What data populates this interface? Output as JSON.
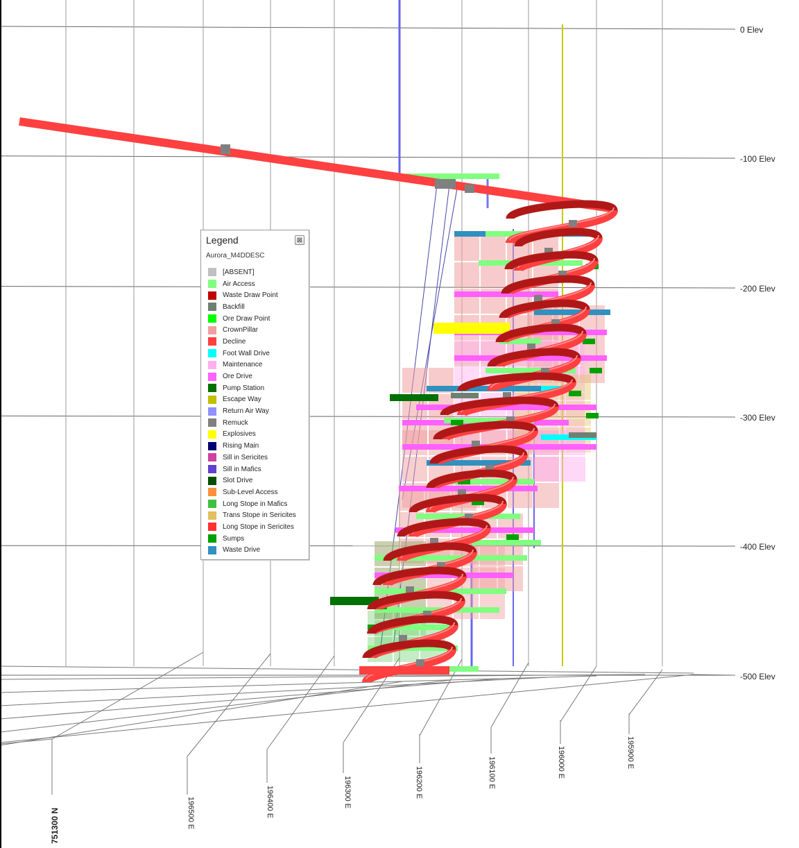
{
  "view": {
    "elevation_labels": [
      "0 Elev",
      "-100 Elev",
      "-200 Elev",
      "-300 Elev",
      "-400 Elev",
      "-500 Elev"
    ],
    "easting_labels": [
      "196500 E",
      "196400 E",
      "196300 E",
      "196200 E",
      "196100 E",
      "196000 E",
      "195900 E"
    ],
    "northing_label": "751300 N"
  },
  "legend": {
    "title": "Legend",
    "close_icon": "close-icon",
    "source": "Aurora_M4DDESC",
    "items": [
      {
        "label": "[ABSENT]",
        "color": "#c0c0c0"
      },
      {
        "label": "Air Access",
        "color": "#80ff80"
      },
      {
        "label": "Waste Draw Point",
        "color": "#c00000"
      },
      {
        "label": "Backfill",
        "color": "#708070"
      },
      {
        "label": "Ore Draw Point",
        "color": "#00ff00"
      },
      {
        "label": "CrownPillar",
        "color": "#f0a0a0"
      },
      {
        "label": "Decline",
        "color": "#ff4040"
      },
      {
        "label": "Foot Wall Drive",
        "color": "#00ffff"
      },
      {
        "label": "Maintenance",
        "color": "#ffb0f0"
      },
      {
        "label": "Ore Drive",
        "color": "#ff60ff"
      },
      {
        "label": "Pump Station",
        "color": "#007000"
      },
      {
        "label": "Escape Way",
        "color": "#c0c000"
      },
      {
        "label": "Return Air Way",
        "color": "#9090ff"
      },
      {
        "label": "Remuck",
        "color": "#808080"
      },
      {
        "label": "Explosives",
        "color": "#ffff00"
      },
      {
        "label": "Rising Main",
        "color": "#000070"
      },
      {
        "label": "Sill in Sericites",
        "color": "#d040a0"
      },
      {
        "label": "Sill in Mafics",
        "color": "#6040d0"
      },
      {
        "label": "Slot Drive",
        "color": "#005000"
      },
      {
        "label": "Sub-Level Access",
        "color": "#ff9040"
      },
      {
        "label": "Long Stope in Mafics",
        "color": "#40c040"
      },
      {
        "label": "Trans Stope in Sericites",
        "color": "#e0c060"
      },
      {
        "label": "Long Stope in Sericites",
        "color": "#ff3030"
      },
      {
        "label": "Sumps",
        "color": "#00a000"
      },
      {
        "label": "Waste Drive",
        "color": "#3090c0"
      }
    ]
  }
}
